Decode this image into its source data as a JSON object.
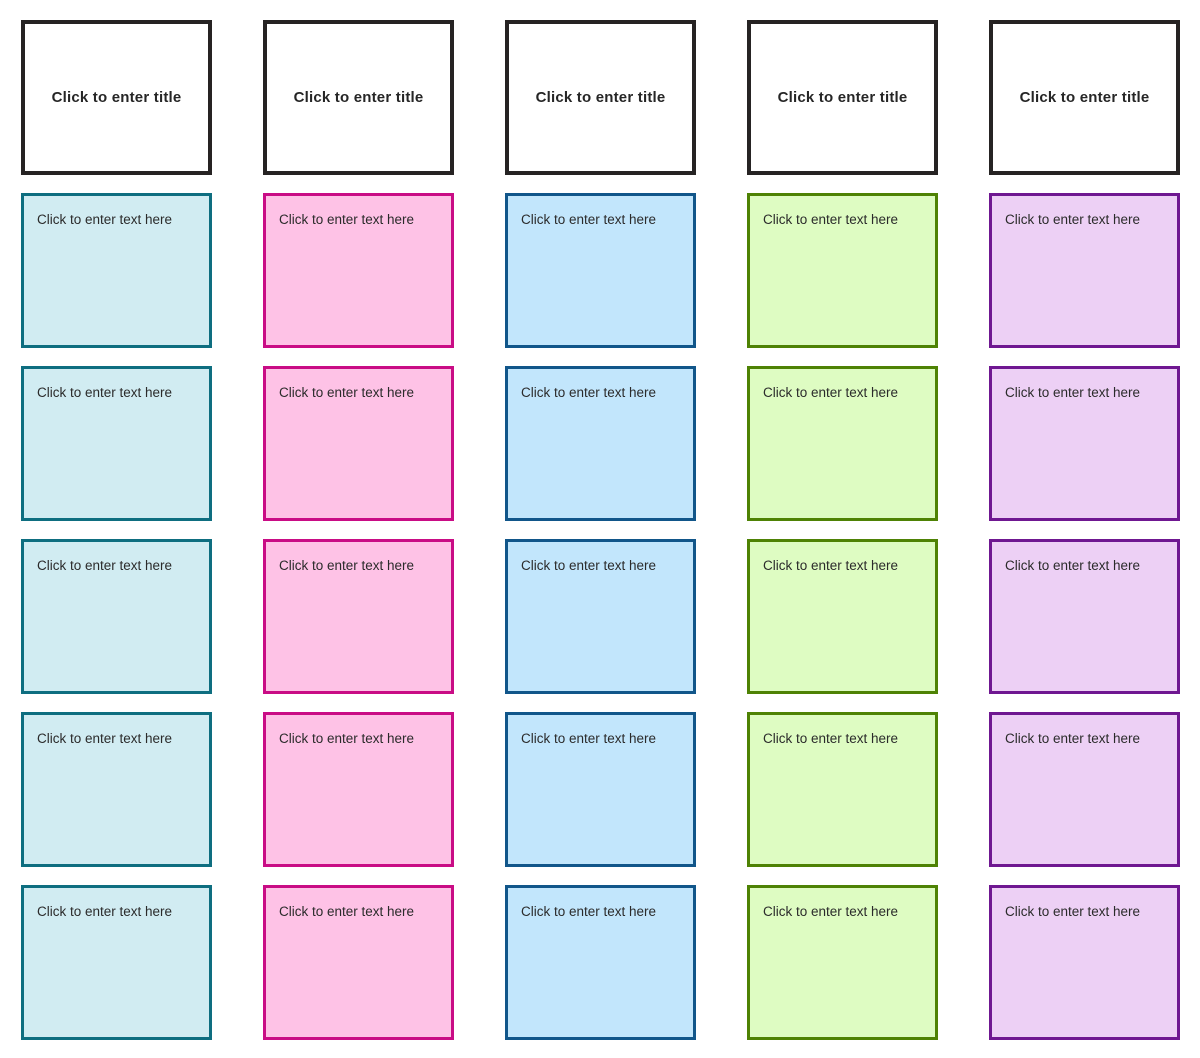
{
  "page": {
    "background": "#ffffff"
  },
  "card_grid": {
    "title_card": {
      "label": "Click to enter title",
      "fill": "#ffffff",
      "border_color": "#262323",
      "text_color": "#262626"
    },
    "text_card": {
      "label": "Click to enter text here",
      "text_color": "#2b2b2b"
    },
    "text_rows_per_column": 5,
    "columns": [
      {
        "name": "teal",
        "border_color": "#0e6e80",
        "fill": "#d1ecf2"
      },
      {
        "name": "pink",
        "border_color": "#c90c85",
        "fill": "#fec2e6"
      },
      {
        "name": "blue",
        "border_color": "#11568a",
        "fill": "#c2e6fc"
      },
      {
        "name": "green",
        "border_color": "#4e8204",
        "fill": "#defcc2"
      },
      {
        "name": "purple",
        "border_color": "#6f1791",
        "fill": "#edd0f5"
      }
    ]
  }
}
